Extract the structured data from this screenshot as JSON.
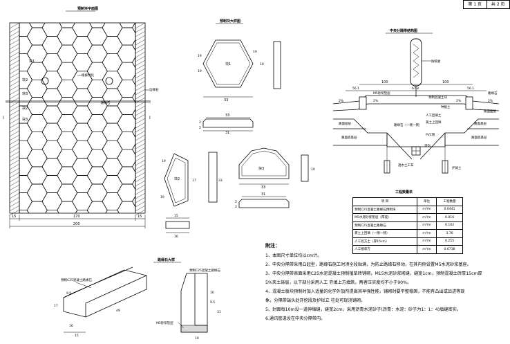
{
  "pager": {
    "page": "第 1 页",
    "total": "共 2 页"
  },
  "plan_view": {
    "title": "预制块平面图",
    "block_labels": [
      "块1",
      "块2",
      "块3",
      "块2",
      "块3"
    ],
    "grass_label": "植被绿化",
    "curb_label": "边缘石",
    "strip_label": "路缘石",
    "section_mark": "I",
    "dims": [
      "15",
      "170",
      "15",
      "200"
    ]
  },
  "block_detail": {
    "title": "预制块大样图",
    "block1": {
      "label": "块1",
      "dims": [
        "33",
        "19",
        "19",
        "10",
        "19",
        "33",
        "31",
        "2",
        "2"
      ]
    },
    "block2": {
      "label": "块2",
      "dims": [
        "19",
        "19",
        "17",
        "33",
        "15",
        "16"
      ]
    },
    "block3": {
      "label": "块3",
      "dims": [
        "33",
        "10",
        "31",
        "2",
        "2"
      ]
    }
  },
  "curb_detail": {
    "title": "路缘石大样",
    "precast_label": "预制C25混凝土路缘石",
    "bed_label": "M5砂浆垫层",
    "dims": [
      "17",
      "16",
      "15",
      "49",
      "9.5",
      "10",
      "9.5",
      "31",
      "19"
    ]
  },
  "median_section": {
    "title": "中央分隔带结构图",
    "sign_label": "防眩板",
    "labels": [
      "M5砂浆垫层",
      "预制混凝土块",
      "路缘石",
      "路面基层",
      "路面底基层",
      "路缘石（一侧一侧）",
      "人工回填土",
      "渗沟",
      "透水土工布",
      "种植土",
      "路面面层",
      "黄土上回填",
      "护坡土",
      "PVC管"
    ],
    "dims": [
      "100",
      "56.1",
      "67.8",
      "100",
      "56.1",
      "2%",
      "2%",
      "2%",
      "2%"
    ]
  },
  "quantity_table": {
    "title": "工程数量表",
    "headers": [
      "项 目",
      "单位",
      "工程数量"
    ],
    "rows": [
      [
        "预制C25混凝土路缘石预制块",
        "m³/m",
        "0.0441"
      ],
      [
        "M5水泥砂浆垫层（厚度）",
        "m³/m",
        "0.016"
      ],
      [
        "预制C25混凝土路缘石",
        "m³/m",
        "0.102"
      ],
      [
        "黄土上回填（一侧一侧）",
        "m³/m",
        "3.76"
      ],
      [
        "人工挖方土（厚15cm）",
        "m³/m",
        "0.255"
      ],
      [
        "人工植草方",
        "m²/m",
        "0.6738"
      ]
    ]
  },
  "notes": {
    "heading": "附注：",
    "items": [
      "1、本图尺寸单位均以cm计。",
      "2、中央分隔带采用凸起型，路缘石施工时须全段贴满，为防止路缘石移动，在其内侧设置M5水泥砂浆基座。",
      "3、中央分隔带表面采用C25水泥混凝土预制植草砖铺砌，M15水泥砂浆砌缝，缝宽1cm，预制混凝土砖厚15cm厚",
      "5%夹土砾层，以下部分采用人工  夯填上方填筑，两者压实度均不小于90%。",
      "4、混凝土板块预制时加入适量的化学外加剂提高其早强性能，铺砌时要平整稳固，不能有凸出或凹进等现",
      "象，分隔带端头处开挖段及护栏立  柱处可现浇铺砌。",
      "5、封面每10m设一道伸缩缝，缝宽2cm，采用沥青水泥砂子(沥青：水泥：砂子为1：1：4)填缝密实。",
      "6.通讯管道设在中央分隔带内。"
    ]
  }
}
